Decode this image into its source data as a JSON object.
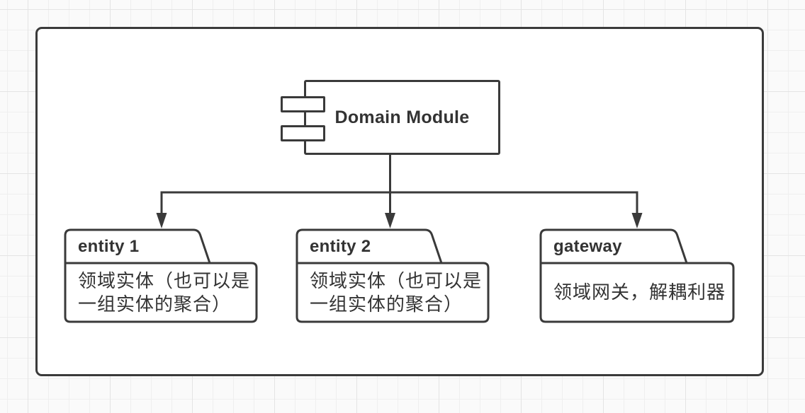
{
  "diagram": {
    "component": {
      "label": "Domain Module"
    },
    "nodes": [
      {
        "label": "entity 1",
        "desc_lines": [
          "领域实体（也可以是",
          "一组实体的聚合）"
        ]
      },
      {
        "label": "entity 2",
        "desc_lines": [
          "领域实体（也可以是",
          "一组实体的聚合）"
        ]
      },
      {
        "label": "gateway",
        "desc_lines": [
          "领域网关，解耦利器"
        ]
      }
    ],
    "colors": {
      "stroke": "#3a3a3a",
      "shape_fill": "#ffffff",
      "canvas_background": "#fafafa",
      "grid_line": "#efefef",
      "text": "#333333"
    }
  }
}
